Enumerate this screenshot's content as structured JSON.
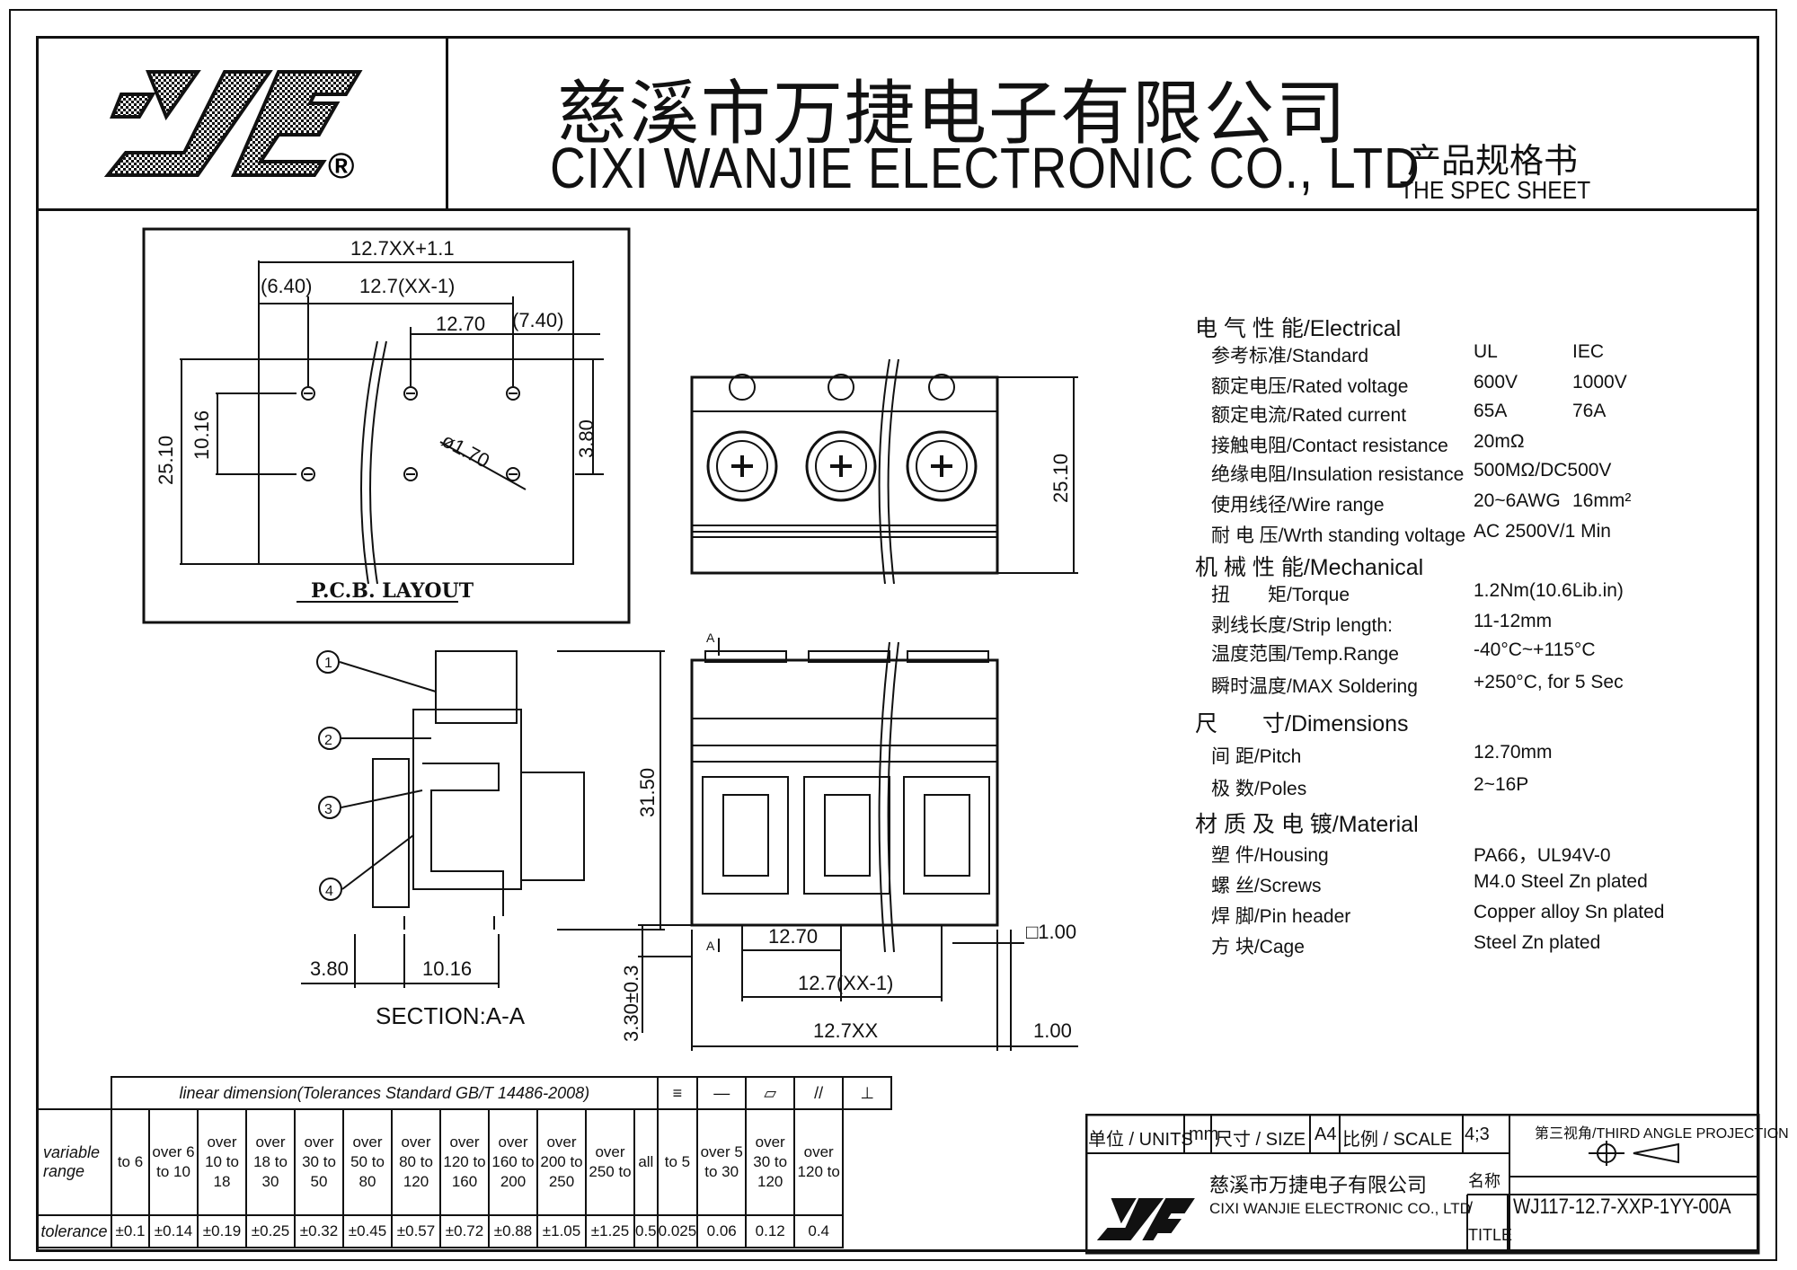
{
  "header": {
    "company_cn": "慈溪市万捷电子有限公司",
    "company_en": "CIXI WANJIE ELECTRONIC CO., LTD",
    "doc_type_cn": "产品规格书",
    "doc_type_en": "THE SPEC SHEET",
    "logo_mark": "®"
  },
  "drawing": {
    "pcb": {
      "overall": "12.7XX+1.1",
      "left_offset": "(6.40)",
      "span": "12.7(XX-1)",
      "pitch": "12.70",
      "right_offset": "(7.40)",
      "row_spacing": "10.16",
      "height": "25.10",
      "edge": "3.80",
      "hole": "ø1.70",
      "caption": "P.C.B. LAYOUT"
    },
    "top_view": {
      "height": "25.10"
    },
    "section": {
      "callouts": [
        "1",
        "2",
        "3",
        "4"
      ],
      "height": "31.50",
      "dim_a": "3.80",
      "dim_b": "10.16",
      "caption": "SECTION:A-A"
    },
    "front_view": {
      "marker": "A",
      "pitch": "12.70",
      "span": "12.7(XX-1)",
      "width": "12.7XX",
      "pin_size": "□1.00",
      "pin_len": "3.30±0.3",
      "offset": "1.00"
    }
  },
  "properties": [
    {
      "type": "section",
      "label": "电 气 性 能/Electrical"
    },
    {
      "label": "参考标准/Standard",
      "v1": "UL",
      "v2": "IEC"
    },
    {
      "label": "额定电压/Rated voltage",
      "v1": "600V",
      "v2": "1000V"
    },
    {
      "label": "额定电流/Rated current",
      "v1": "65A",
      "v2": "76A"
    },
    {
      "label": "接触电阻/Contact resistance",
      "v1": "20mΩ"
    },
    {
      "label": "绝缘电阻/Insulation resistance",
      "v1": "500MΩ/DC500V"
    },
    {
      "label": "使用线径/Wire range",
      "v1": "20~6AWG",
      "v2": "16mm²"
    },
    {
      "label": "耐 电 压/Wrth standing voltage",
      "v1": "AC 2500V/1 Min"
    },
    {
      "type": "section",
      "label": "机 械 性 能/Mechanical"
    },
    {
      "label": "扭　　矩/Torque",
      "v1": "1.2Nm(10.6Lib.in)"
    },
    {
      "label": "剥线长度/Strip length:",
      "v1": "11-12mm"
    },
    {
      "label": "温度范围/Temp.Range",
      "v1": "-40°C~+115°C"
    },
    {
      "label": "瞬时温度/MAX Soldering",
      "v1": "+250°C, for 5 Sec"
    },
    {
      "type": "section",
      "label": "尺　　寸/Dimensions"
    },
    {
      "label": "间 距/Pitch",
      "v1": "12.70mm"
    },
    {
      "label": "极 数/Poles",
      "v1": "2~16P"
    },
    {
      "type": "section",
      "label": "材 质 及 电 镀/Material"
    },
    {
      "label": "塑 件/Housing",
      "v1": "PA66，UL94V-0"
    },
    {
      "label": "螺 丝/Screws",
      "v1": "M4.0 Steel Zn plated"
    },
    {
      "label": "焊 脚/Pin header",
      "v1": "Copper alloy Sn plated"
    },
    {
      "label": "方 块/Cage",
      "v1": "Steel Zn plated"
    }
  ],
  "tolerance": {
    "title": "linear dimension(Tolerances Standard GB/T 14486-2008)",
    "geo_symbols": [
      "≡",
      "—",
      "⏥",
      "//",
      "⊥"
    ],
    "row_label_range": "variable range",
    "row_label_tol": "tolerance",
    "ranges": [
      "to 6",
      "over 6 to 10",
      "over 10 to 18",
      "over 18 to 30",
      "over 30 to 50",
      "over 50 to 80",
      "over 80 to 120",
      "over 120 to 160",
      "over 160 to 200",
      "over 200 to 250",
      "over 250 to"
    ],
    "values": [
      "±0.1",
      "±0.14",
      "±0.19",
      "±0.25",
      "±0.32",
      "±0.45",
      "±0.57",
      "±0.72",
      "±0.88",
      "±1.05",
      "±1.25"
    ],
    "geo_ranges": [
      "all",
      "to 5",
      "over 5 to 30",
      "over 30 to 120",
      "over 120 to"
    ],
    "geo_values": [
      "0.5",
      "0.025",
      "0.06",
      "0.12",
      "0.4"
    ]
  },
  "title_block": {
    "units_label": "单位 / UNITS",
    "units": "mm",
    "size_label": "尺寸 / SIZE",
    "size": "A4",
    "scale_label": "比例 / SCALE",
    "scale": "4;3",
    "projection": "第三视角/THIRD ANGLE PROJECTION",
    "company_cn": "慈溪市万捷电子有限公司",
    "company_en": "CIXI WANJIE ELECTRONIC CO., LTD",
    "name_label": "名称 / TITLE",
    "part_no": "WJ117-12.7-XXP-1YY-00A"
  }
}
